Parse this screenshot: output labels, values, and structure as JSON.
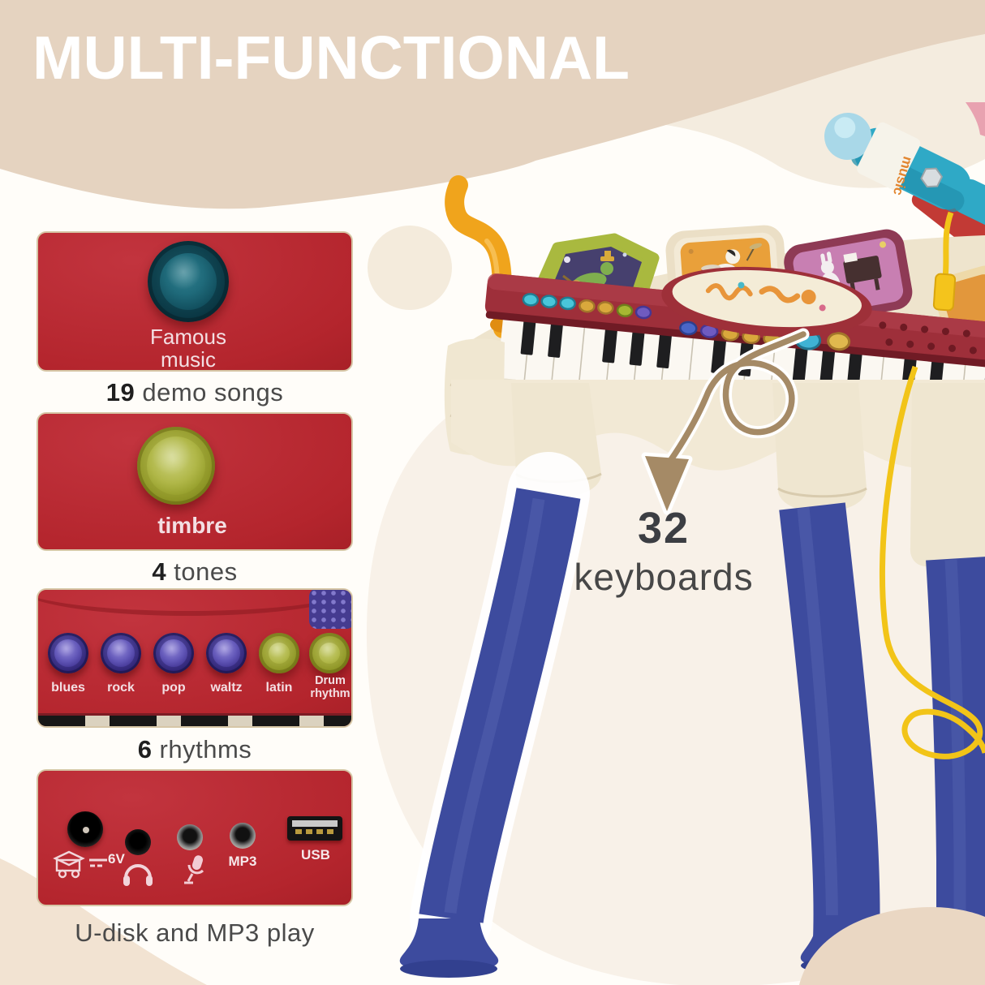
{
  "title": "MULTI-FUNCTIONAL",
  "panel_demo": {
    "button_line1": "Famous",
    "button_line2": "music",
    "caption_num": "19",
    "caption_text": " demo songs"
  },
  "panel_timbre": {
    "button_label": "timbre",
    "caption_num": "4",
    "caption_text": " tones"
  },
  "panel_rhythms": {
    "buttons": [
      "blues",
      "rock",
      "pop",
      "waltz",
      "latin",
      "Drum rhythm"
    ],
    "caption_num": "6",
    "caption_text": " rhythms"
  },
  "panel_ports": {
    "power_label": "6V",
    "mp3_label": "MP3",
    "usb_label": "USB",
    "caption_text": "U-disk and MP3 play"
  },
  "callout": {
    "number": "32",
    "label": "keyboards"
  },
  "mic": {
    "label": "music"
  }
}
